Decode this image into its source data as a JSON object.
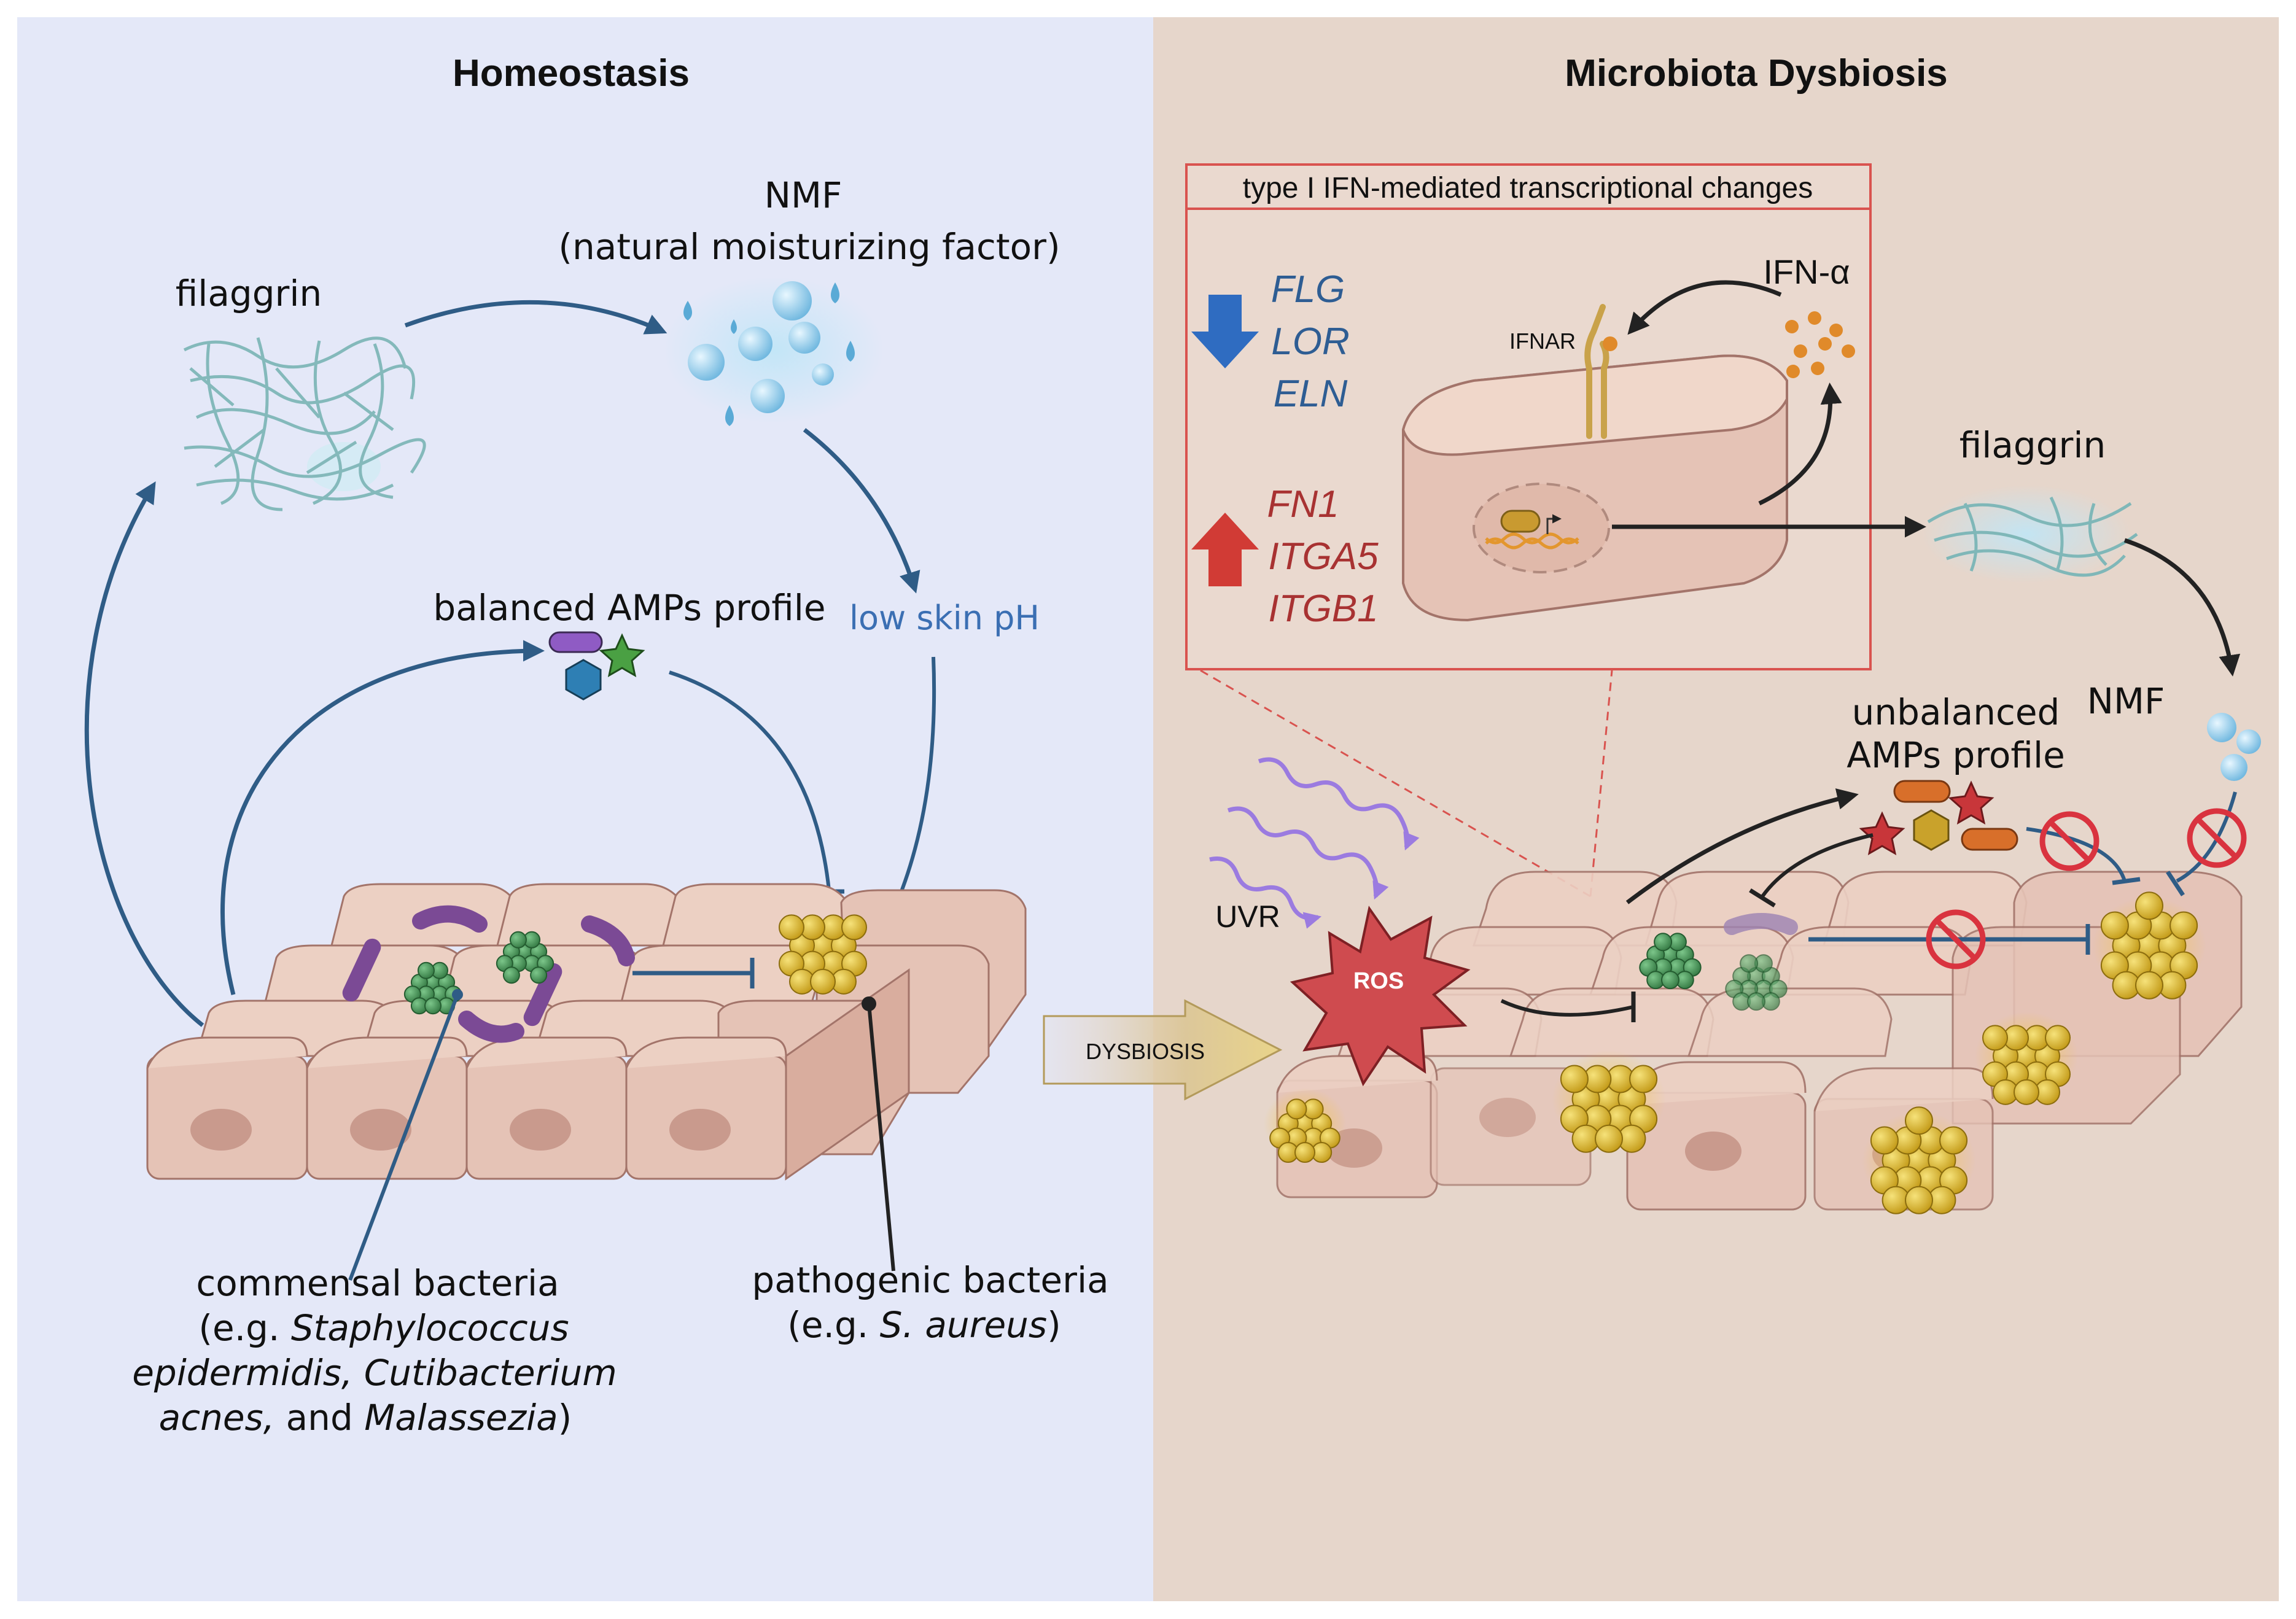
{
  "left_panel": {
    "title": "Homeostasis",
    "nmf_label": "NMF",
    "nmf_full": "(natural moisturizing factor)",
    "filaggrin_label": "filaggrin",
    "amps_label": "balanced AMPs profile",
    "ph_label": "low skin pH",
    "commensal": {
      "line1": "commensal bacteria",
      "line2_pre": "(e.g. ",
      "line2_it": "Staphylococcus",
      "line3": "epidermidis, Cutibacterium",
      "line4_it": "acnes,",
      "line4_mid": " and ",
      "line4_it2": "Malassezia",
      "line4_post": ")"
    },
    "pathogenic": {
      "line1": "pathogenic bacteria",
      "line2_pre": "(e.g. ",
      "line2_it": "S. aureus",
      "line2_post": ")"
    }
  },
  "transition": {
    "label": "DYSBIOSIS"
  },
  "right_panel": {
    "title": "Microbiota Dysbiosis",
    "inset_title": "type I IFN-mediated transcriptional changes",
    "down_genes": [
      "FLG",
      "LOR",
      "ELN"
    ],
    "up_genes": [
      "FN1",
      "ITGA5",
      "ITGB1"
    ],
    "ifn_label": "IFN-α",
    "ifnar_label": "IFNAR",
    "filaggrin_label": "filaggrin",
    "nmf_label": "NMF",
    "amps_line1": "unbalanced",
    "amps_line2": "AMPs profile",
    "uvr_label": "UVR",
    "ros_label": "ROS"
  },
  "colors": {
    "left_bg": "#e4e8f8",
    "right_bg": "#e6d6cb",
    "arrow_blue": "#2f5c86",
    "gene_down": "#2e5d93",
    "gene_up": "#a83232",
    "inset_border": "#d9534f",
    "cell_fill": "#e5c3b6",
    "pathogen": "#d7b424",
    "commensal": "#4f9a5c",
    "prohibit": "#d9333f"
  }
}
